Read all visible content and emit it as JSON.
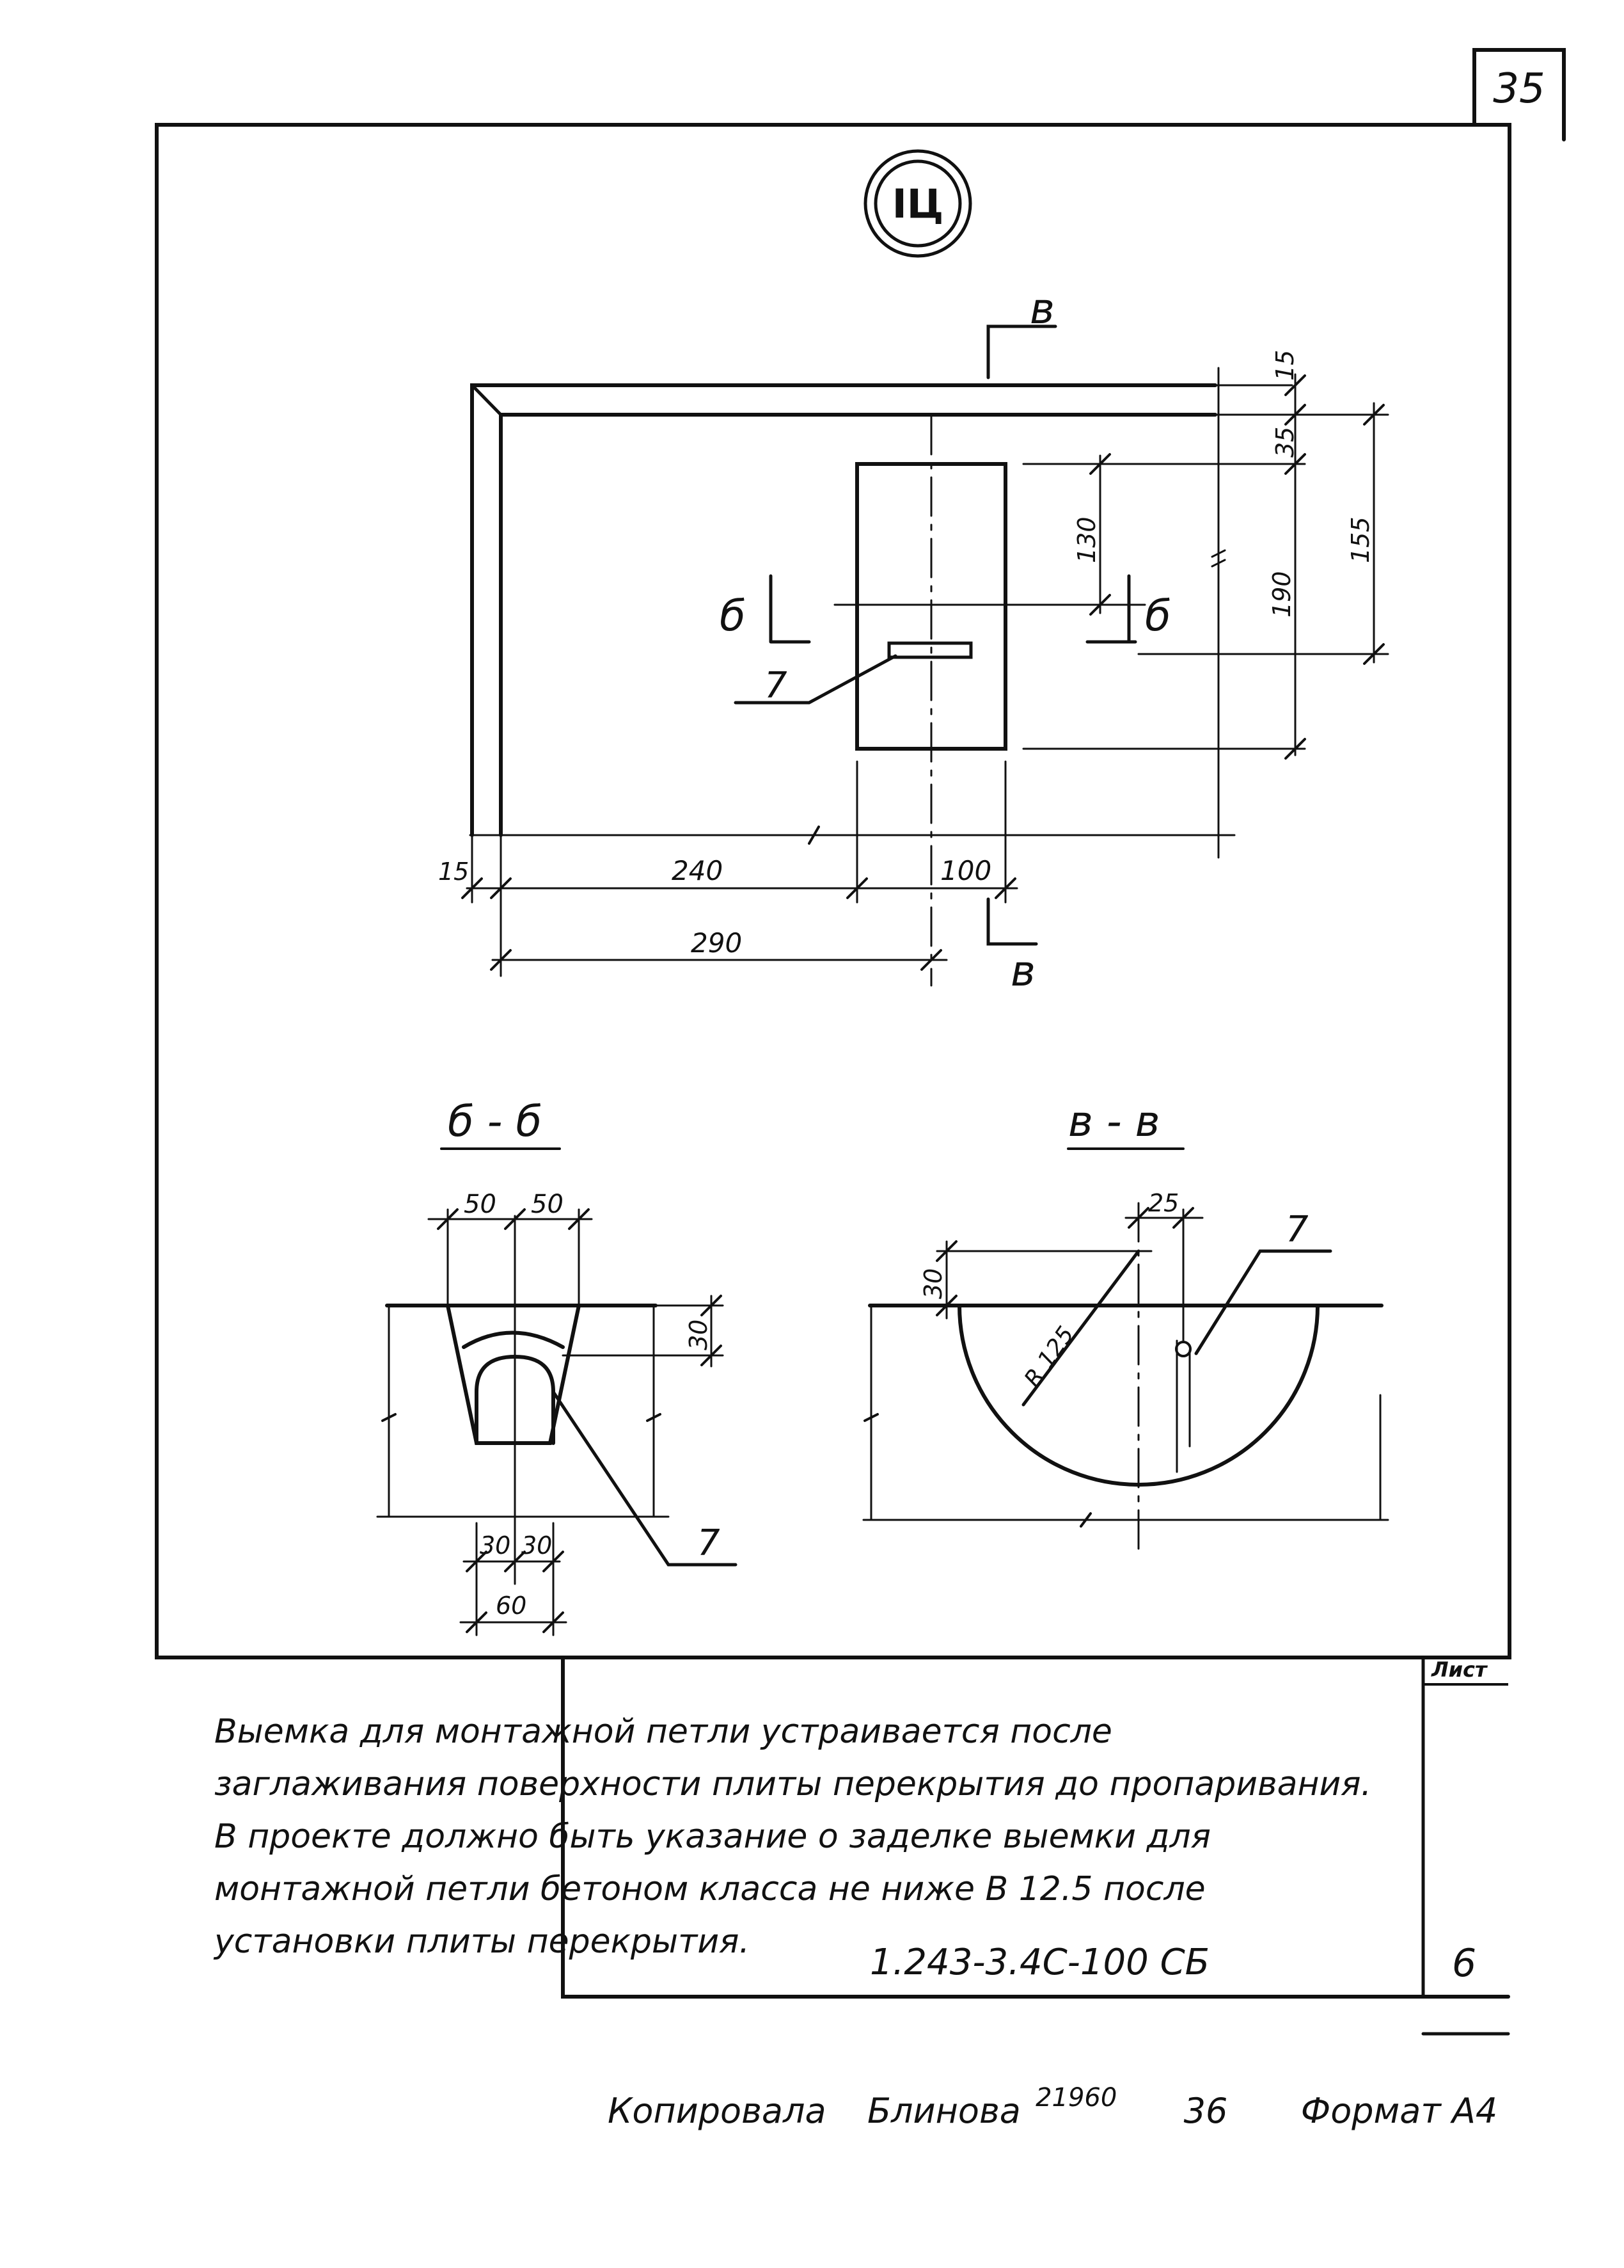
{
  "sheet_corner_number": "35",
  "variant_mark": "IЦ",
  "plan": {
    "section_mark_top": "в",
    "section_mark_bottom": "в",
    "section_mark_left": "б",
    "section_mark_right": "б",
    "position_label": "7",
    "dims": {
      "d15_top": "15",
      "d35": "35",
      "d130": "130",
      "d190": "190",
      "d155": "155",
      "d15_left": "15",
      "d240": "240",
      "d100": "100",
      "d290": "290"
    }
  },
  "section_bb": {
    "title": "б - б",
    "dims": {
      "d50a": "50",
      "d50b": "50",
      "d30_right": "30",
      "d30a": "30",
      "d30b": "30",
      "d60": "60"
    },
    "position_label": "7"
  },
  "section_vv": {
    "title": "в - в",
    "dims": {
      "d25": "25",
      "d30": "30",
      "radius": "R 125"
    },
    "position_label": "7"
  },
  "note_lines": [
    "Выемка для монтажной петли устраивается после",
    "заглаживания поверхности плиты перекрытия до пропаривания.",
    "В проекте должно быть указание о заделке выемки для",
    "монтажной петли бетоном класса не ниже В 12.5 после",
    "установки плиты перекрытия."
  ],
  "title_block": {
    "document_code": "1.243-3.4С-100 СБ",
    "sheet_label": "Лист",
    "sheet_number": "6"
  },
  "footer": {
    "copied_by": "Копировала",
    "copier_name": "Блинова",
    "order_number": "21960",
    "page_number": "36",
    "format_label": "Формат А4"
  }
}
